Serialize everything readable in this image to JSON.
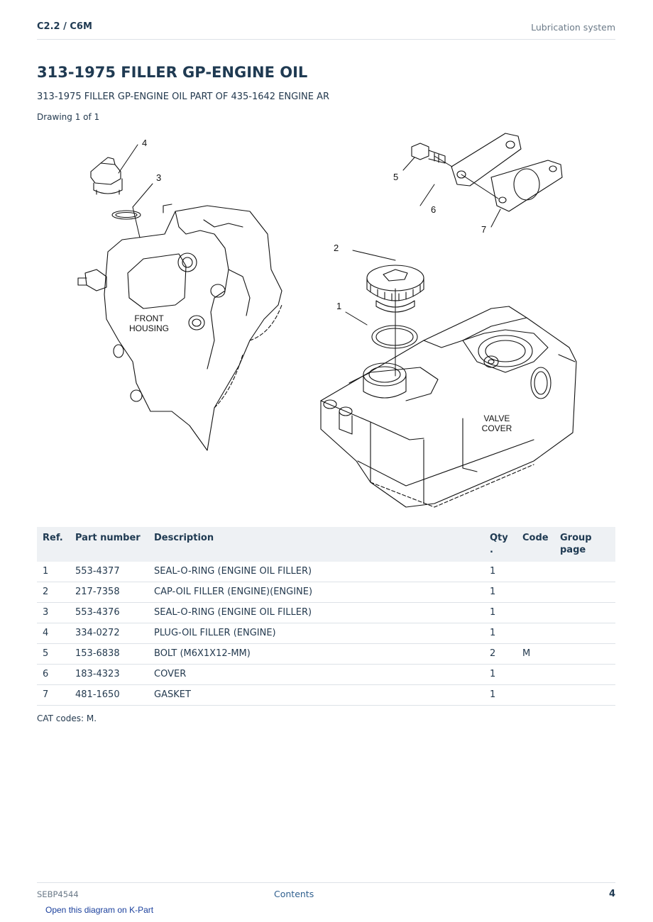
{
  "header": {
    "model": "C2.2  /  C6M",
    "section": "Lubrication system"
  },
  "title": "313-1975 FILLER GP-ENGINE OIL",
  "subtitle": "313-1975 FILLER GP-ENGINE OIL PART OF 435-1642 ENGINE AR",
  "drawing_label": "Drawing 1 of 1",
  "diagram": {
    "callouts": [
      "1",
      "2",
      "3",
      "4",
      "5",
      "6",
      "7"
    ],
    "front_housing": [
      "FRONT",
      "HOUSING"
    ],
    "valve_cover": [
      "VALVE",
      "COVER"
    ]
  },
  "table": {
    "headers": {
      "ref": "Ref.",
      "part_number": "Part number",
      "description": "Description",
      "qty": "Qty\n.",
      "code": "Code",
      "group_page": "Group\npage"
    },
    "rows": [
      {
        "ref": "1",
        "part_number": "553-4377",
        "description": "SEAL-O-RING (ENGINE OIL FILLER)",
        "qty": "1",
        "code": "",
        "group_page": ""
      },
      {
        "ref": "2",
        "part_number": "217-7358",
        "description": "CAP-OIL FILLER (ENGINE)(ENGINE)",
        "qty": "1",
        "code": "",
        "group_page": ""
      },
      {
        "ref": "3",
        "part_number": "553-4376",
        "description": "SEAL-O-RING (ENGINE OIL FILLER)",
        "qty": "1",
        "code": "",
        "group_page": ""
      },
      {
        "ref": "4",
        "part_number": "334-0272",
        "description": "PLUG-OIL FILLER (ENGINE)",
        "qty": "1",
        "code": "",
        "group_page": ""
      },
      {
        "ref": "5",
        "part_number": "153-6838",
        "description": "BOLT (M6X1X12-MM)",
        "qty": "2",
        "code": "M",
        "group_page": ""
      },
      {
        "ref": "6",
        "part_number": "183-4323",
        "description": "COVER",
        "qty": "1",
        "code": "",
        "group_page": ""
      },
      {
        "ref": "7",
        "part_number": "481-1650",
        "description": "GASKET",
        "qty": "1",
        "code": "",
        "group_page": ""
      }
    ]
  },
  "cat_codes": "CAT codes: M.",
  "footer": {
    "doc_id": "SEBP4544",
    "contents_link": "Contents",
    "page_number": "4"
  },
  "kpart_link": "Open this diagram on K-Part"
}
